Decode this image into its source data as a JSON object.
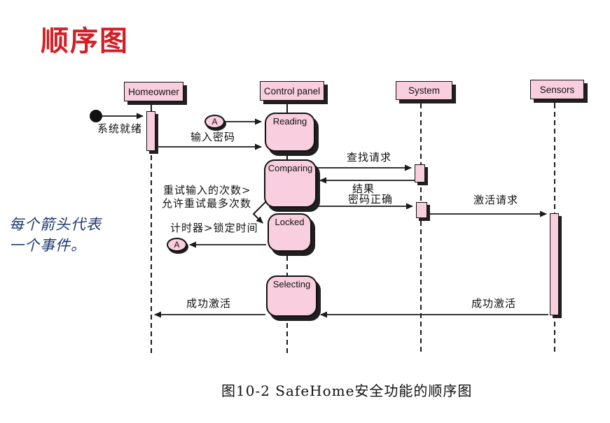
{
  "page": {
    "title": "顺序图",
    "caption": "图10-2 SafeHome安全功能的顺序图",
    "note_line1": "每个箭头代表",
    "note_line2": "一个事件。"
  },
  "actors": {
    "homeowner": "Homeowner",
    "control_panel": "Control panel",
    "system": "System",
    "sensors": "Sensors"
  },
  "states": {
    "reading": "Reading",
    "comparing": "Comparing",
    "locked": "Locked",
    "selecting": "Selecting"
  },
  "messages": {
    "system_ready": "系统就绪",
    "enter_password": "输入密码",
    "lookup_request": "查找请求",
    "result": "结果",
    "password_correct": "密码正确",
    "activation_request": "激活请求",
    "retry_condition_line1": "重试输入的次数>",
    "retry_condition_line2": "允许重试最多次数",
    "timer_condition": "计时器>锁定时间",
    "activation_success_left": "成功激活",
    "activation_success_right": "成功激活"
  },
  "connectors": {
    "a_label_1": "A",
    "a_label_2": "A"
  },
  "colors": {
    "title_red": "#d21f26",
    "box_pink": "#f9cede",
    "line_black": "#1a1a1a",
    "shadow_dark": "#1f1f1f",
    "note_blue": "#1c3a6e"
  }
}
